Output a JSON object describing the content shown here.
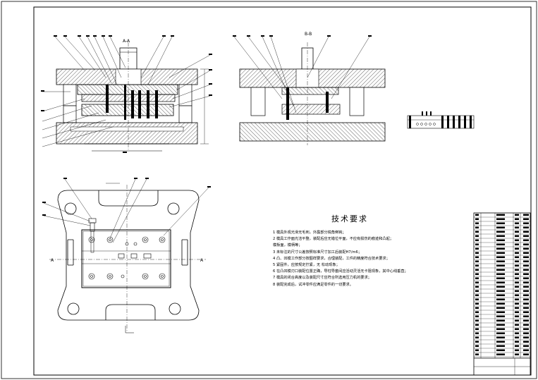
{
  "views": {
    "section_aa": "A-A",
    "section_bb": "B-B",
    "plan_marker_left": "A",
    "plan_marker_right": "A"
  },
  "technical_requirements": {
    "title": "技术要求",
    "notes": [
      "1 模具外观光滑无毛刺，外露部分锐角倒钝；",
      "2 模具工作面光洁平整，装配后应无错位平面，不应有损伤的痕迹和凸起；",
      "模板面，模柄等；",
      "3 未标注的尺寸公差按照标准尺寸加工后装配H7/m6；",
      "4 凸、凹模工作部分按图样要求，合理装配，工件的精度符合技术要求；",
      "5 紧固件，应按规定拧紧，无 松动现象；",
      "6 在凸凹模刃口装配位置正确，导柱导套间应活动灵活无卡阻现象，其中心线垂直；",
      "7 模具的闭合高度以及装配尺寸应符合所选用压力机的要求；",
      "8 装配完成后，试冲零件应满足零件的一切要求。"
    ]
  }
}
